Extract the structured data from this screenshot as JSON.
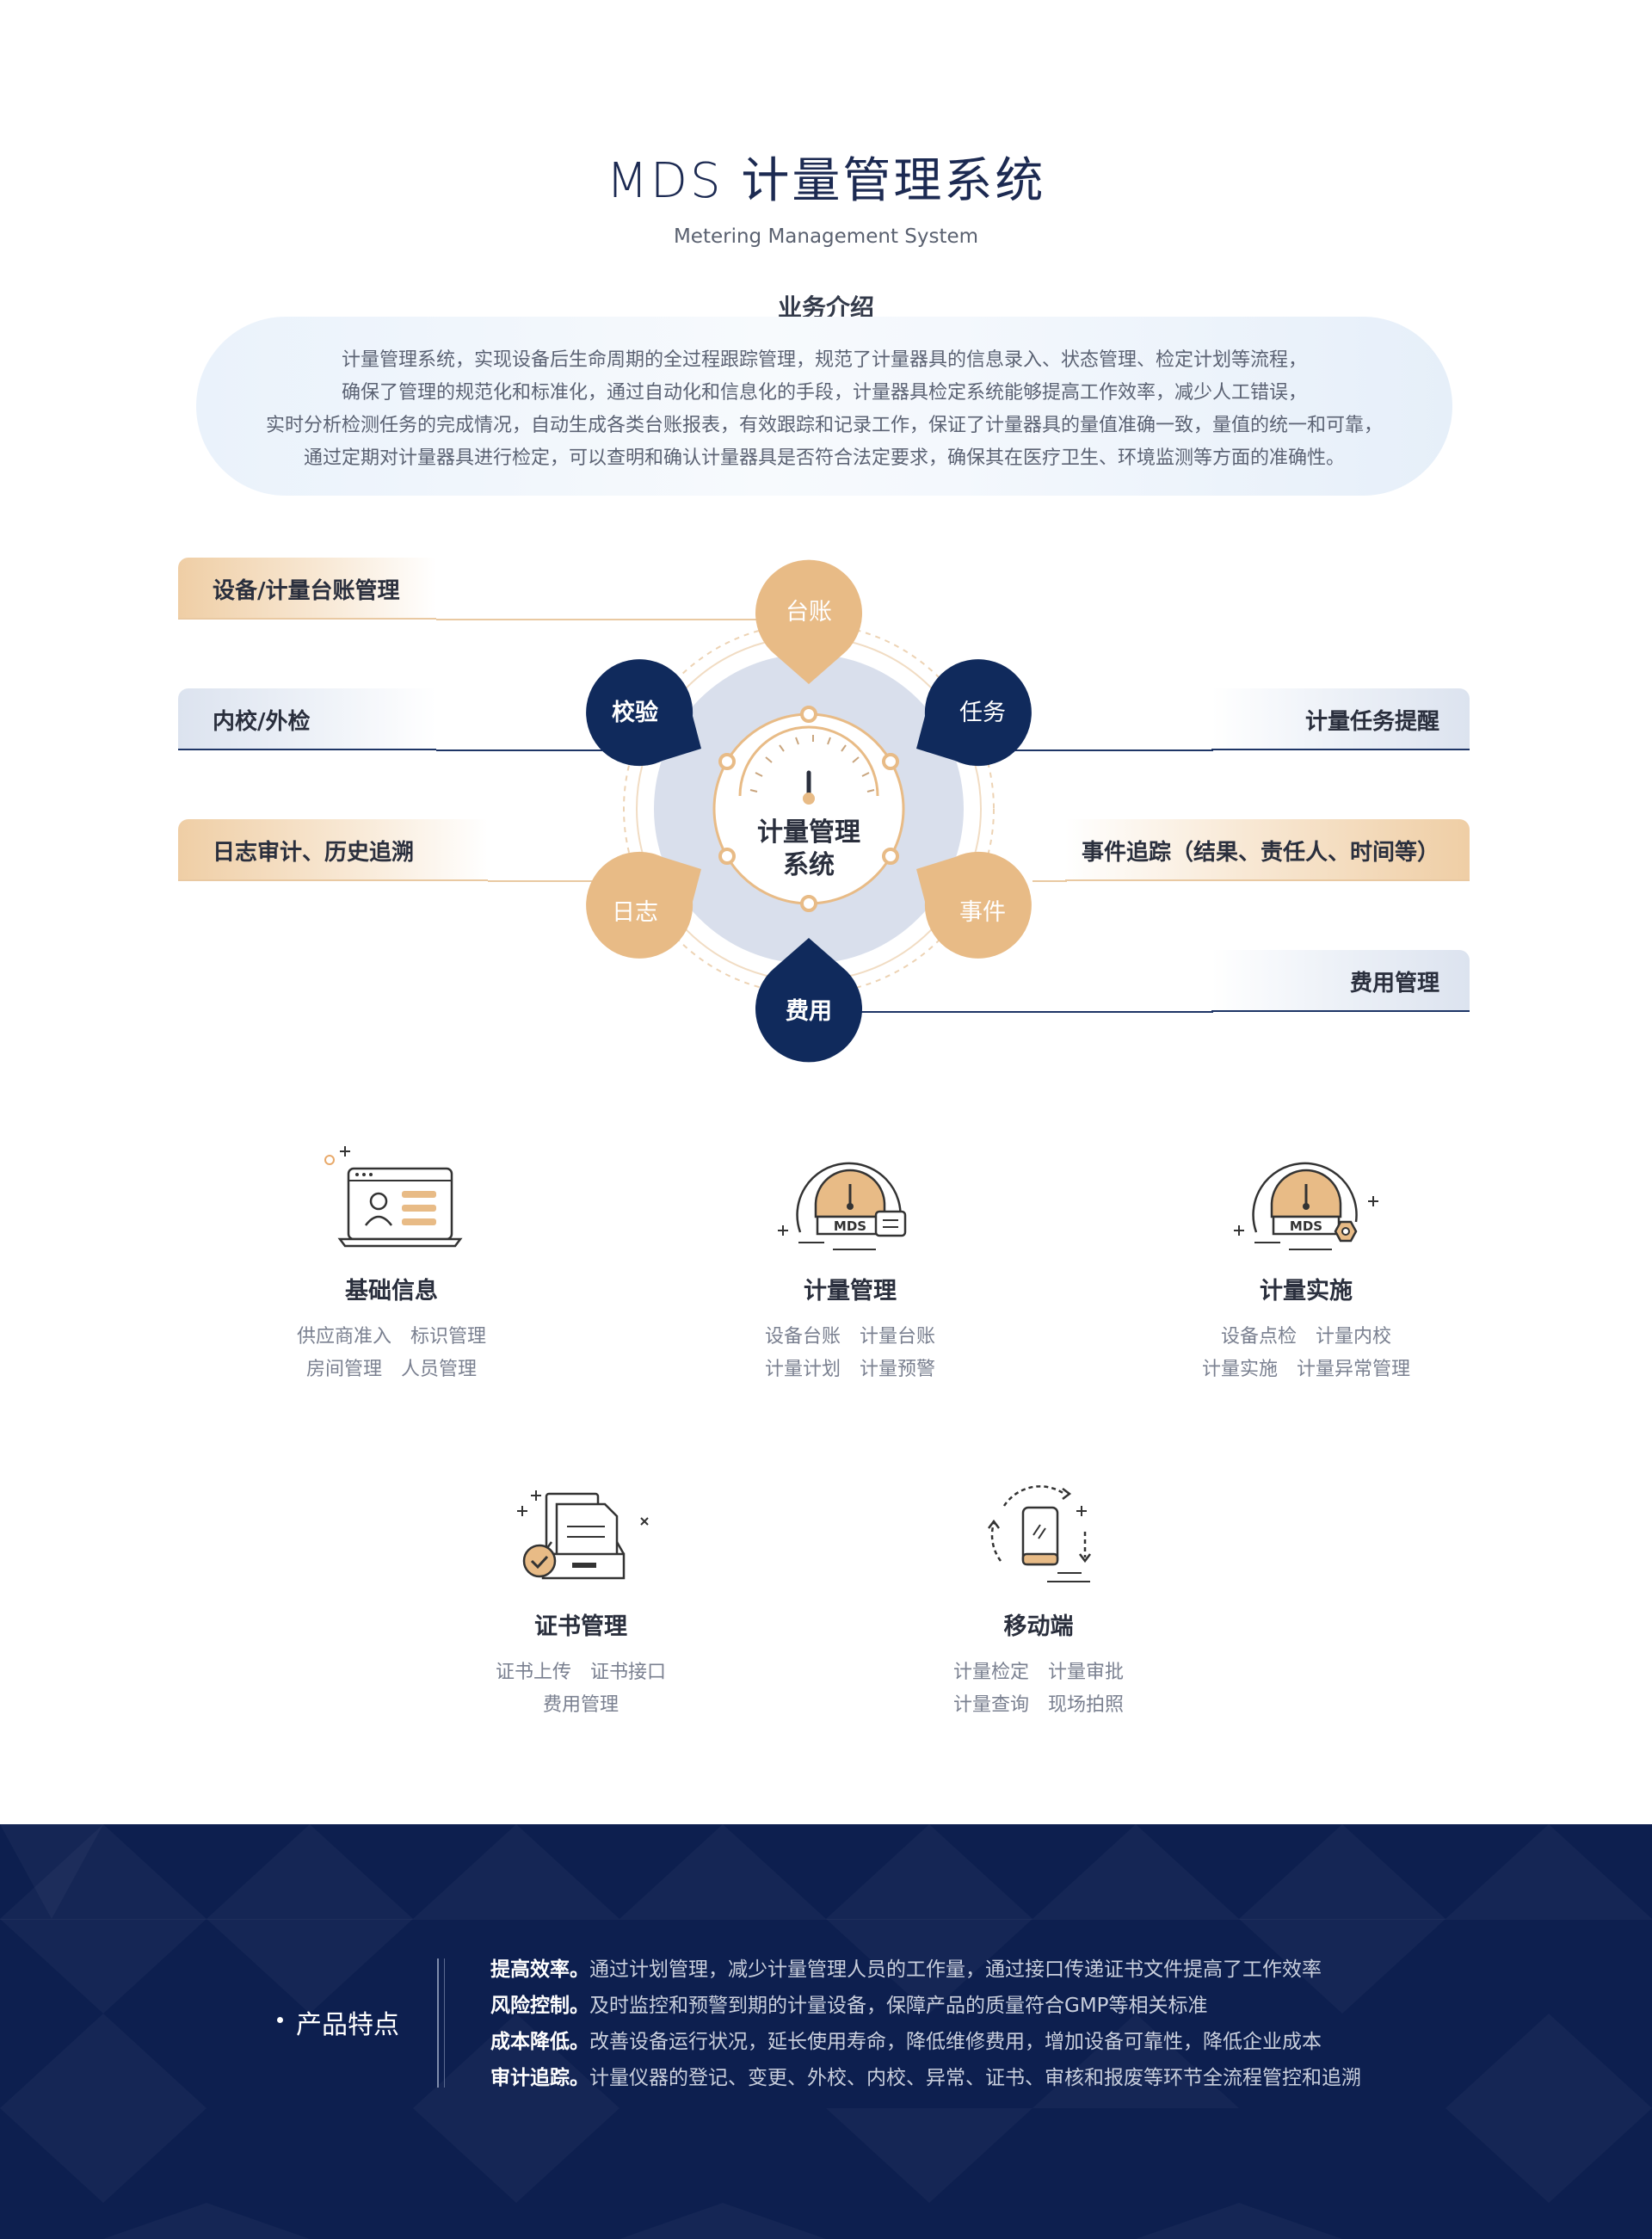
{
  "header": {
    "title": "MDS 计量管理系统",
    "subtitle": "Metering Management System",
    "intro_heading": "业务介绍",
    "intro_lines": [
      "计量管理系统，实现设备后生命周期的全过程跟踪管理，规范了计量器具的信息录入、状态管理、检定计划等流程，",
      "确保了管理的规范化和标准化，通过自动化和信息化的手段，计量器具检定系统能够提高工作效率，减少人工错误，",
      "实时分析检测任务的完成情况，自动生成各类台账报表，有效跟踪和记录工作，保证了计量器具的量值准确一致，量值的统一和可靠，",
      "通过定期对计量器具进行检定，可以查明和确认计量器具是否符合法定要求，确保其在医疗卫生、环境监测等方面的准确性。"
    ]
  },
  "diagram": {
    "center_label_line1": "计量管理",
    "center_label_line2": "系统",
    "petals": {
      "ledger": "台账",
      "task": "任务",
      "event": "事件",
      "fee": "费用",
      "log": "日志",
      "calibration": "校验"
    },
    "labels": {
      "ledger_mgmt": "设备/计量台账管理",
      "internal_external": "内校/外检",
      "log_audit": "日志审计、历史追溯",
      "task_reminder": "计量任务提醒",
      "event_tracking": "事件追踪（结果、责任人、时间等）",
      "fee_mgmt": "费用管理"
    },
    "colors": {
      "navy": "#102a5c",
      "gold": "#e8bb86",
      "ring": "#d9dfec"
    }
  },
  "modules": [
    {
      "icon": "id-card-monitor-icon",
      "title": "基础信息",
      "lines": [
        "供应商准入　标识管理",
        "房间管理　人员管理"
      ]
    },
    {
      "icon": "mds-gauge-document-icon",
      "title": "计量管理",
      "lines": [
        "设备台账　计量台账",
        "计量计划　计量预警"
      ]
    },
    {
      "icon": "mds-gauge-gear-icon",
      "title": "计量实施",
      "lines": [
        "设备点检　计量内校",
        "计量实施　计量异常管理"
      ]
    },
    {
      "icon": "certificate-tray-icon",
      "title": "证书管理",
      "lines": [
        "证书上传　证书接口",
        "费用管理"
      ]
    },
    {
      "icon": "mobile-sync-icon",
      "title": "移动端",
      "lines": [
        "计量检定　计量审批",
        "计量查询　现场拍照"
      ]
    }
  ],
  "footer": {
    "label": "产品特点",
    "features": [
      {
        "key": "提高效率。",
        "text": "通过计划管理，减少计量管理人员的工作量，通过接口传递证书文件提高了工作效率"
      },
      {
        "key": "风险控制。",
        "text": "及时监控和预警到期的计量设备，保障产品的质量符合GMP等相关标准"
      },
      {
        "key": "成本降低。",
        "text": "改善设备运行状况，延长使用寿命，降低维修费用，增加设备可靠性，降低企业成本"
      },
      {
        "key": "审计追踪。",
        "text": "计量仪器的登记、变更、外校、内校、异常、证书、审核和报废等环节全流程管控和追溯"
      }
    ]
  }
}
